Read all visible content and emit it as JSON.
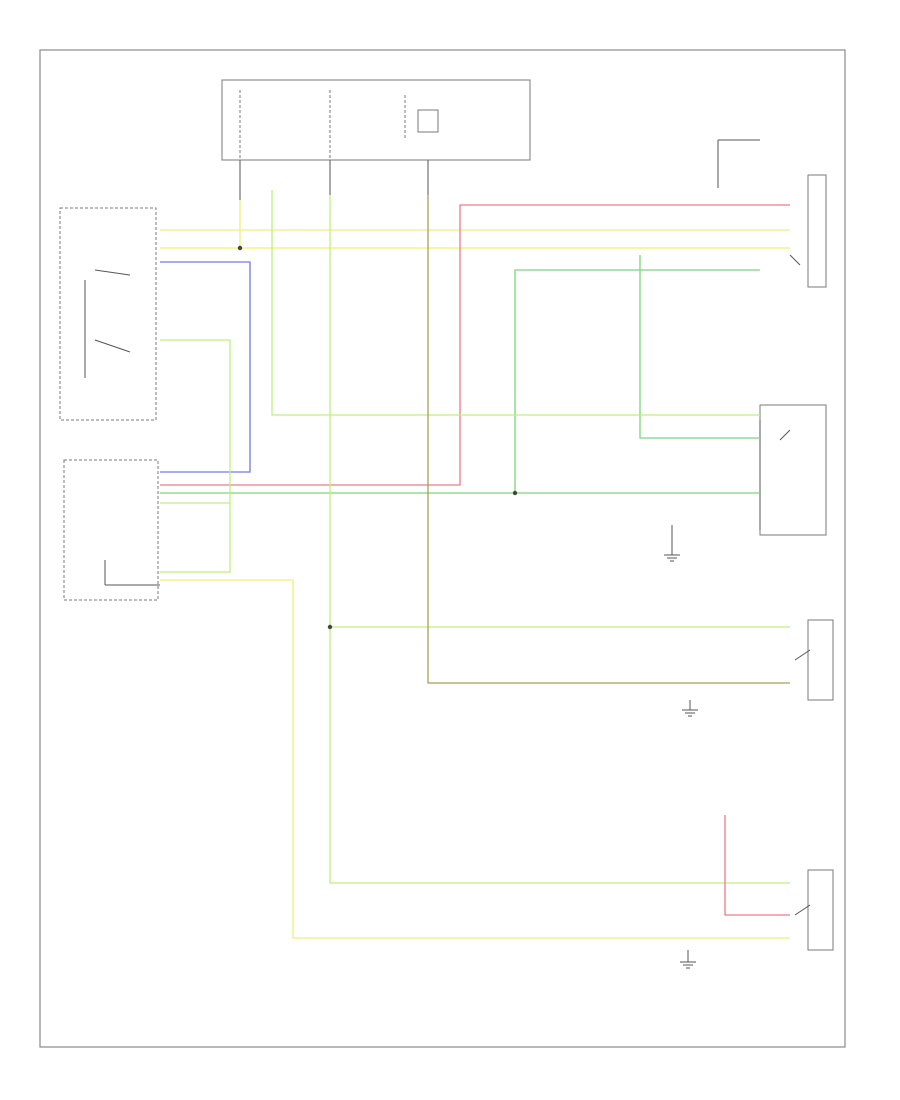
{
  "diagram": {
    "footer_code": "",
    "colors": {
      "yellow": "#f2ee7a",
      "red": "#f07a85",
      "blue": "#6f7ae8",
      "green": "#7ad87a",
      "light_green": "#bdf07a",
      "olive": "#a7a05a",
      "black": "#555555",
      "frame": "#8a8a8a"
    },
    "components": [
      {
        "id": "fuse-box",
        "label": ""
      },
      {
        "id": "cruise-switch",
        "label": ""
      },
      {
        "id": "cruise-control-unit",
        "label": ""
      },
      {
        "id": "top-right-switch",
        "label": ""
      },
      {
        "id": "middle-right-switch",
        "label": ""
      },
      {
        "id": "lower-right-switch",
        "label": ""
      },
      {
        "id": "bottom-right-switch",
        "label": ""
      },
      {
        "id": "ground-middle",
        "label": ""
      },
      {
        "id": "ground-lower",
        "label": ""
      },
      {
        "id": "ground-bottom",
        "label": ""
      }
    ],
    "wires": [
      {
        "id": "w-yellow-1",
        "color": "yellow"
      },
      {
        "id": "w-yellow-2",
        "color": "yellow"
      },
      {
        "id": "w-blue",
        "color": "blue"
      },
      {
        "id": "w-red",
        "color": "red"
      },
      {
        "id": "w-green-main",
        "color": "green"
      },
      {
        "id": "w-green-top",
        "color": "green"
      },
      {
        "id": "w-lgreen-1",
        "color": "light_green"
      },
      {
        "id": "w-lgreen-2",
        "color": "light_green"
      },
      {
        "id": "w-lgreen-3",
        "color": "light_green"
      },
      {
        "id": "w-olive",
        "color": "olive"
      },
      {
        "id": "w-yellow-bottom",
        "color": "yellow"
      },
      {
        "id": "w-red-bottom",
        "color": "red"
      }
    ]
  }
}
